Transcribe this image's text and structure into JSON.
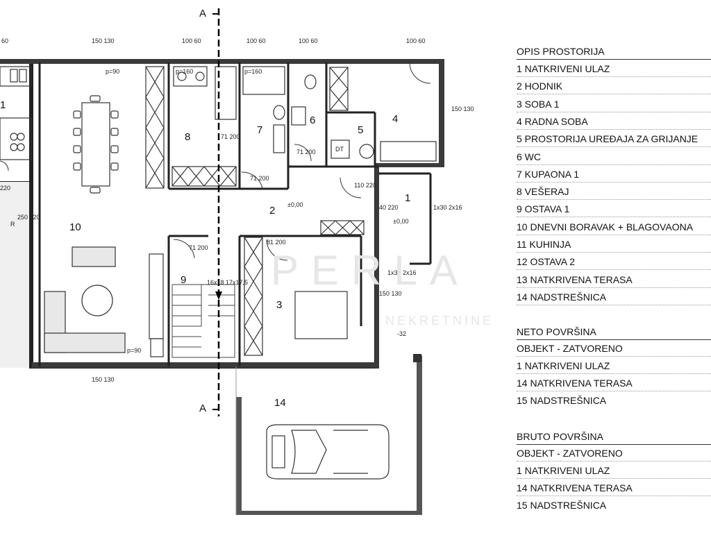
{
  "section_marks": {
    "top": "A",
    "bottom": "A"
  },
  "rooms": [
    {
      "num": "1",
      "name": "NATKRIVENI ULAZ"
    },
    {
      "num": "2",
      "name": "HODNIK"
    },
    {
      "num": "3",
      "name": "SOBA 1"
    },
    {
      "num": "4",
      "name": "RADNA SOBA"
    },
    {
      "num": "5",
      "name": "PROSTORIJA UREĐAJA ZA GRIJANJE"
    },
    {
      "num": "6",
      "name": "WC"
    },
    {
      "num": "7",
      "name": "KUPAONA 1"
    },
    {
      "num": "8",
      "name": "VEŠERAJ"
    },
    {
      "num": "9",
      "name": "OSTAVA 1"
    },
    {
      "num": "10",
      "name": "DNEVNI BORAVAK + BLAGOVAONA"
    },
    {
      "num": "11",
      "name": "KUHINJA"
    },
    {
      "num": "12",
      "name": "OSTAVA 2"
    },
    {
      "num": "13",
      "name": "NATKRIVENA TERASA"
    },
    {
      "num": "14",
      "name": "NADSTREŠNICA"
    }
  ],
  "plan_labels": {
    "r1": "1",
    "r1_left": "1",
    "r2": "2",
    "r3": "3",
    "r4": "4",
    "r5": "5",
    "r6": "6",
    "r7": "7",
    "r8": "8",
    "r9": "9",
    "r10": "10",
    "r14": "14"
  },
  "dims": {
    "d_150_130_top": "150 130",
    "d_100_60_a": "100 60",
    "d_100_60_b": "100 60",
    "d_100_60_c": "100 60",
    "d_100_60_d": "100 60",
    "d_60_left": "60",
    "p90_top": "p=90",
    "p160_a": "p=160",
    "p160_b": "p=160",
    "p90_bottom": "p=90",
    "d_150_130_right": "150 130",
    "d_250_220": "250 220",
    "d_220_left": "220",
    "d_71_200_a": "71 200",
    "d_71_200_b": "71 200",
    "d_71_200_c": "71 200",
    "d_71_200_d": "71 200",
    "d_110_220": "110 220",
    "d_40_220": "40 220",
    "lvl_0_a": "±0,00",
    "lvl_0_b": "±0,00",
    "lvl_32": "-32",
    "d_81_200": "81 200",
    "d_1x30_2x16": "1x30 2x16",
    "d_1x30_2x16_b": "1x30 2x16",
    "d_150_130_room3": "150 130",
    "d_150_130_bottom": "150 130",
    "stairs": "16x18 17x17,5",
    "dt": "DT",
    "r_mark": "R"
  },
  "legend": {
    "opis_title": "OPIS PROSTORIJA",
    "neto_title": "NETO POVRŠINA",
    "neto_rows": [
      "OBJEKT - ZATVORENO",
      "1 NATKRIVENI ULAZ",
      "14 NATKRIVENA TERASA",
      "15 NADSTREŠNICA"
    ],
    "bruto_title": "BRUTO POVRŠINA",
    "bruto_rows": [
      "OBJEKT - ZATVORENO",
      " 1 NATKRIVENI ULAZ",
      "14 NATKRIVENA TERASA",
      "15 NADSTREŠNICA"
    ]
  },
  "watermark": {
    "brand": "PERLA",
    "sub": "NEKRETNINE"
  }
}
